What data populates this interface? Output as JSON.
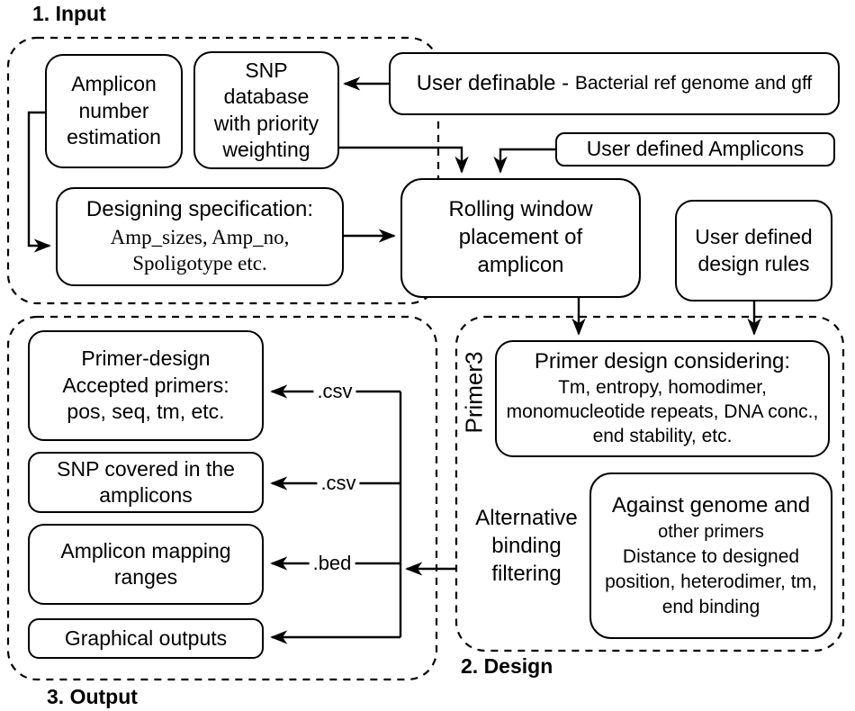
{
  "sections": {
    "input": {
      "label": "1. Input"
    },
    "design": {
      "label": "2. Design"
    },
    "output": {
      "label": "3. Output"
    }
  },
  "nodes": {
    "amplicon_number": {
      "lines": [
        "Amplicon",
        "number",
        "estimation"
      ]
    },
    "snp_database": {
      "lines": [
        "SNP",
        "database",
        "with priority",
        "weighting"
      ]
    },
    "user_definable": {
      "title": "User definable - ",
      "subtitle": "Bacterial ref genome and gff"
    },
    "user_amplicons": {
      "label": "User defined Amplicons"
    },
    "designing_spec": {
      "title": "Designing specification:",
      "details": [
        "Amp_sizes, Amp_no,",
        "Spoligotype etc."
      ]
    },
    "rolling_window": {
      "lines": [
        "Rolling window",
        "placement of",
        "amplicon"
      ]
    },
    "design_rules": {
      "lines": [
        "User defined",
        "design rules"
      ]
    },
    "primer_design": {
      "title": "Primer design considering:",
      "details": [
        "Tm, entropy, homodimer,",
        "monomucleotide repeats, DNA conc.,",
        "end stability, etc."
      ]
    },
    "against_genome": {
      "title": "Against genome and",
      "details": [
        "other primers",
        "Distance to designed",
        "position, heterodimer, tm,",
        "end binding"
      ]
    },
    "primer_design_output": {
      "lines": [
        "Primer-design",
        "Accepted primers:",
        "pos, seq, tm, etc."
      ]
    },
    "snp_covered": {
      "lines": [
        "SNP covered in the",
        "amplicons"
      ]
    },
    "amplicon_mapping": {
      "lines": [
        "Amplicon mapping",
        "ranges"
      ]
    },
    "graphical_outputs": {
      "label": "Graphical outputs"
    }
  },
  "annotations": {
    "primer3": "Primer3",
    "alternative_binding": {
      "lines": [
        "Alternative",
        "binding",
        "filtering"
      ]
    },
    "file_labels": {
      "csv1": ".csv",
      "csv2": ".csv",
      "bed": ".bed"
    }
  },
  "colors": {
    "stroke": "#000000",
    "background": "#ffffff",
    "text": "#000000"
  }
}
